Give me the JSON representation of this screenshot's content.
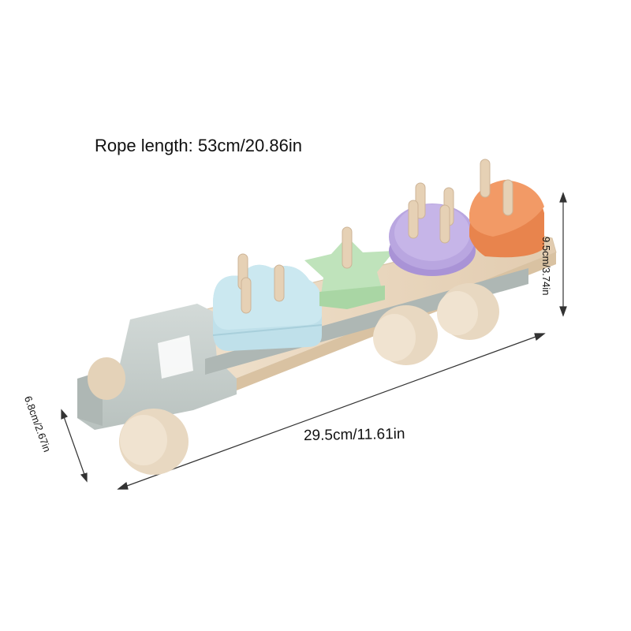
{
  "rope_label": "Rope length: 53cm/20.86in",
  "length_label": "29.5cm/11.61in",
  "height_label": "9.5cm/3.74in",
  "depth_label": "6.8cm/2.67in",
  "colors": {
    "truck_body": "#c7cfcc",
    "wood": "#ead7bf",
    "wheel": "#ecdcc5",
    "blue_cloud": "#bfe0ea",
    "green_star": "#bfe3bb",
    "purple_circle": "#b9a6e0",
    "orange_moon": "#f29a66",
    "peg": "#e6d1b5"
  }
}
